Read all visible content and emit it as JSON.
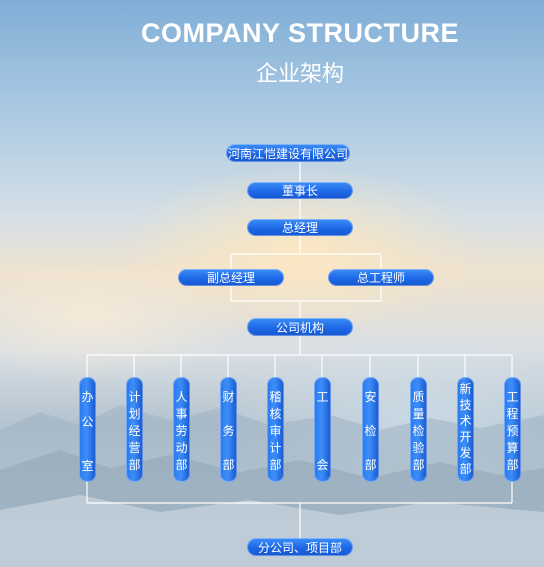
{
  "header": {
    "title_en": "COMPANY STRUCTURE",
    "title_cn": "企业架构"
  },
  "org": {
    "company": "河南江恺建设有限公司",
    "chairman": "董事长",
    "general_manager": "总经理",
    "deputy_gm": "副总经理",
    "chief_engineer": "总工程师",
    "organization": "公司机构",
    "departments": [
      {
        "chars": [
          "办",
          "公",
          "",
          "室"
        ]
      },
      {
        "chars": [
          "计",
          "划",
          "经",
          "营",
          "部"
        ]
      },
      {
        "chars": [
          "人",
          "事",
          "劳",
          "动",
          "部"
        ]
      },
      {
        "chars": [
          "财",
          "",
          "务",
          "",
          "部"
        ]
      },
      {
        "chars": [
          "稽",
          "核",
          "审",
          "计",
          "部"
        ]
      },
      {
        "chars": [
          "工",
          "",
          "",
          "会"
        ]
      },
      {
        "chars": [
          "安",
          "",
          "检",
          "",
          "部"
        ]
      },
      {
        "chars": [
          "质",
          "量",
          "检",
          "验",
          "部"
        ]
      },
      {
        "chars": [
          "新",
          "技",
          "术",
          "开",
          "发",
          "部"
        ]
      },
      {
        "chars": [
          "工",
          "程",
          "预",
          "算",
          "部"
        ]
      }
    ],
    "branches": "分公司、项目部"
  },
  "colors": {
    "node_blue": "#1e68e6",
    "line_white": "#ffffff"
  }
}
